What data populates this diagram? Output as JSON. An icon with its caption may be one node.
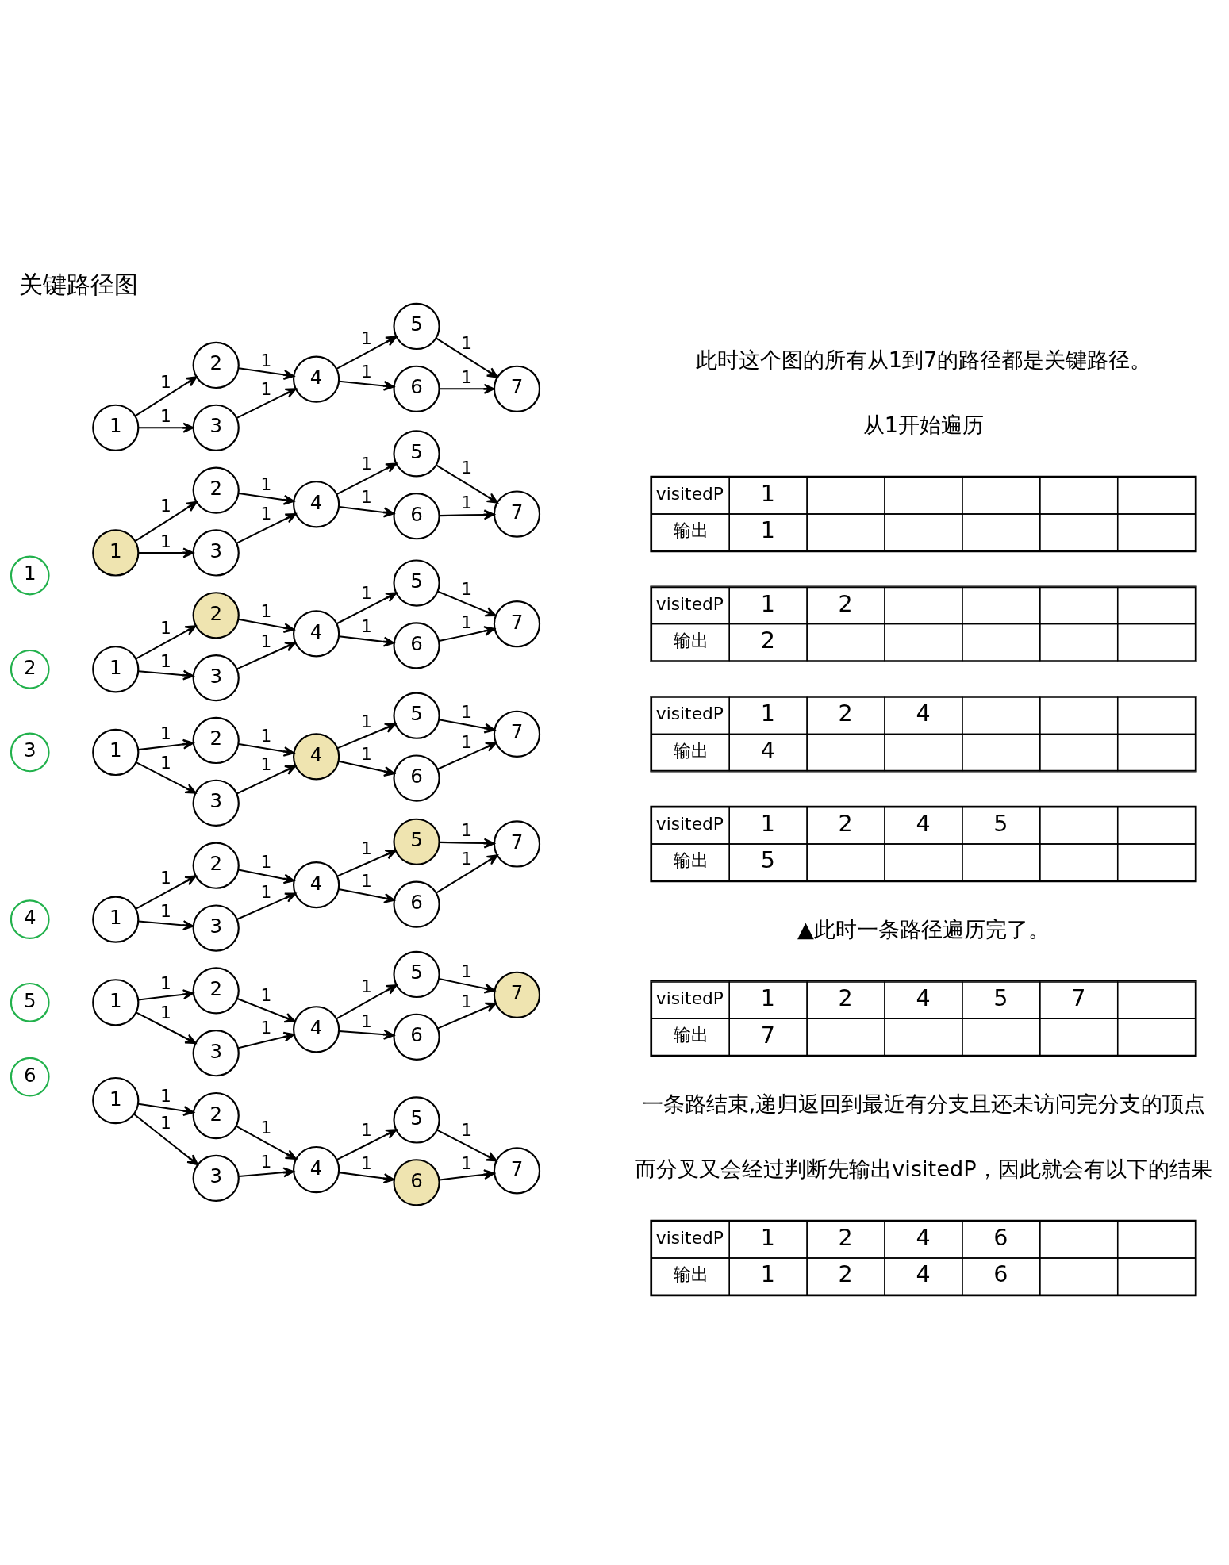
{
  "diagram": {
    "title": "关键路径图",
    "nodes": [
      {
        "text": [
          "1"
        ]
      },
      {
        "text": [
          "2"
        ]
      },
      {
        "text": [
          "3"
        ]
      },
      {
        "text": [
          "4"
        ]
      },
      {
        "text": [
          "5"
        ]
      },
      {
        "text": [
          "6"
        ]
      },
      {
        "text": [
          "7"
        ]
      },
      {
        "text": [
          "1"
        ]
      },
      {
        "text": [
          "1"
        ]
      },
      {
        "text": [
          "2"
        ]
      },
      {
        "text": [
          "3"
        ]
      },
      {
        "text": [
          "4"
        ]
      },
      {
        "text": [
          "5"
        ]
      },
      {
        "text": [
          "6"
        ]
      },
      {
        "text": [
          "7"
        ]
      },
      {
        "text": [
          "2"
        ]
      },
      {
        "text": [
          "1"
        ]
      },
      {
        "text": [
          "2"
        ]
      },
      {
        "text": [
          "3"
        ]
      },
      {
        "text": [
          "4"
        ]
      },
      {
        "text": [
          "5"
        ]
      },
      {
        "text": [
          "6"
        ]
      },
      {
        "text": [
          "7"
        ]
      },
      {
        "text": [
          "3"
        ]
      },
      {
        "text": [
          "1"
        ]
      },
      {
        "text": [
          "2"
        ]
      },
      {
        "text": [
          "3"
        ]
      },
      {
        "text": [
          "4"
        ]
      },
      {
        "text": [
          "5"
        ]
      },
      {
        "text": [
          "6"
        ]
      },
      {
        "text": [
          "7"
        ]
      },
      {
        "text": [
          "4"
        ]
      },
      {
        "text": [
          "1"
        ]
      },
      {
        "text": [
          "2"
        ]
      },
      {
        "text": [
          "3"
        ]
      },
      {
        "text": [
          "4"
        ]
      },
      {
        "text": [
          "5"
        ]
      },
      {
        "text": [
          "6"
        ]
      },
      {
        "text": [
          "7"
        ]
      },
      {
        "text": [
          "5"
        ]
      },
      {
        "text": [
          "1"
        ]
      },
      {
        "text": [
          "2"
        ]
      },
      {
        "text": [
          "3"
        ]
      },
      {
        "text": [
          "4"
        ]
      },
      {
        "text": [
          "5"
        ]
      },
      {
        "text": [
          "6"
        ]
      },
      {
        "text": [
          "7"
        ]
      },
      {
        "text": [
          "6"
        ]
      },
      {
        "text": [
          "1"
        ]
      },
      {
        "text": [
          "2"
        ]
      },
      {
        "text": [
          "3"
        ]
      },
      {
        "text": [
          "4"
        ]
      },
      {
        "text": [
          "5"
        ]
      },
      {
        "text": [
          "6"
        ]
      },
      {
        "text": [
          "7"
        ]
      }
    ],
    "edges": [
      {
        "from": 0,
        "to": 1,
        "arrow": "to",
        "label": "1"
      },
      {
        "from": 0,
        "to": 2,
        "arrow": "to",
        "label": "1"
      },
      {
        "from": 1,
        "to": 3,
        "arrow": "to",
        "label": "1"
      },
      {
        "from": 2,
        "to": 3,
        "arrow": "to",
        "label": "1"
      },
      {
        "from": 3,
        "to": 4,
        "arrow": "to",
        "label": "1"
      },
      {
        "from": 3,
        "to": 5,
        "arrow": "to",
        "label": "1"
      },
      {
        "from": 4,
        "to": 6,
        "arrow": "to",
        "label": "1"
      },
      {
        "from": 5,
        "to": 6,
        "arrow": "to",
        "label": "1"
      },
      {
        "from": 8,
        "to": 9,
        "arrow": "to",
        "label": "1"
      },
      {
        "from": 8,
        "to": 10,
        "arrow": "to",
        "label": "1"
      },
      {
        "from": 9,
        "to": 11,
        "arrow": "to",
        "label": "1"
      },
      {
        "from": 10,
        "to": 11,
        "arrow": "to",
        "label": "1"
      },
      {
        "from": 11,
        "to": 12,
        "arrow": "to",
        "label": "1"
      },
      {
        "from": 11,
        "to": 13,
        "arrow": "to",
        "label": "1"
      },
      {
        "from": 12,
        "to": 14,
        "arrow": "to",
        "label": "1"
      },
      {
        "from": 13,
        "to": 14,
        "arrow": "to",
        "label": "1"
      },
      {
        "from": 16,
        "to": 17,
        "arrow": "to",
        "label": "1"
      },
      {
        "from": 16,
        "to": 18,
        "arrow": "to",
        "label": "1"
      },
      {
        "from": 17,
        "to": 19,
        "arrow": "to",
        "label": "1"
      },
      {
        "from": 18,
        "to": 19,
        "arrow": "to",
        "label": "1"
      },
      {
        "from": 19,
        "to": 20,
        "arrow": "to",
        "label": "1"
      },
      {
        "from": 19,
        "to": 21,
        "arrow": "to",
        "label": "1"
      },
      {
        "from": 20,
        "to": 22,
        "arrow": "to",
        "label": "1"
      },
      {
        "from": 21,
        "to": 22,
        "arrow": "to",
        "label": "1"
      },
      {
        "from": 24,
        "to": 25,
        "arrow": "to",
        "label": "1"
      },
      {
        "from": 24,
        "to": 26,
        "arrow": "to",
        "label": "1"
      },
      {
        "from": 25,
        "to": 27,
        "arrow": "to",
        "label": "1"
      },
      {
        "from": 26,
        "to": 27,
        "arrow": "to",
        "label": "1"
      },
      {
        "from": 27,
        "to": 28,
        "arrow": "to",
        "label": "1"
      },
      {
        "from": 27,
        "to": 29,
        "arrow": "to",
        "label": "1"
      },
      {
        "from": 28,
        "to": 30,
        "arrow": "to",
        "label": "1"
      },
      {
        "from": 29,
        "to": 30,
        "arrow": "to",
        "label": "1"
      },
      {
        "from": 32,
        "to": 33,
        "arrow": "to",
        "label": "1"
      },
      {
        "from": 32,
        "to": 34,
        "arrow": "to",
        "label": "1"
      },
      {
        "from": 33,
        "to": 35,
        "arrow": "to",
        "label": "1"
      },
      {
        "from": 34,
        "to": 35,
        "arrow": "to",
        "label": "1"
      },
      {
        "from": 35,
        "to": 36,
        "arrow": "to",
        "label": "1"
      },
      {
        "from": 35,
        "to": 37,
        "arrow": "to",
        "label": "1"
      },
      {
        "from": 36,
        "to": 38,
        "arrow": "to",
        "label": "1"
      },
      {
        "from": 37,
        "to": 38,
        "arrow": "to",
        "label": "1"
      },
      {
        "from": 40,
        "to": 41,
        "arrow": "to",
        "label": "1"
      },
      {
        "from": 40,
        "to": 42,
        "arrow": "to",
        "label": "1"
      },
      {
        "from": 41,
        "to": 43,
        "arrow": "to",
        "label": "1"
      },
      {
        "from": 42,
        "to": 43,
        "arrow": "to",
        "label": "1"
      },
      {
        "from": 43,
        "to": 44,
        "arrow": "to",
        "label": "1"
      },
      {
        "from": 43,
        "to": 45,
        "arrow": "to",
        "label": "1"
      },
      {
        "from": 44,
        "to": 46,
        "arrow": "to",
        "label": "1"
      },
      {
        "from": 45,
        "to": 46,
        "arrow": "to",
        "label": "1"
      },
      {
        "from": 48,
        "to": 49,
        "arrow": "to",
        "label": "1"
      },
      {
        "from": 48,
        "to": 50,
        "arrow": "to",
        "label": "1"
      },
      {
        "from": 49,
        "to": 51,
        "arrow": "to",
        "label": "1"
      },
      {
        "from": 50,
        "to": 51,
        "arrow": "to",
        "label": "1"
      },
      {
        "from": 51,
        "to": 52,
        "arrow": "to",
        "label": "1"
      },
      {
        "from": 51,
        "to": 53,
        "arrow": "to",
        "label": "1"
      },
      {
        "from": 52,
        "to": 54,
        "arrow": "to",
        "label": "1"
      },
      {
        "from": 53,
        "to": 54,
        "arrow": "to",
        "label": "1"
      }
    ],
    "labels": [
      "此时这个图的所有从1到7的路径都是关键路径。",
      "从1开始遍历",
      "visitedP",
      "1",
      "输出",
      "1",
      "visitedP",
      "1",
      "2",
      "输出",
      "2",
      "visitedP",
      "1",
      "2",
      "4",
      "输出",
      "4",
      "visitedP",
      "1",
      "2",
      "4",
      "5",
      "输出",
      "5",
      "▲此时一条路径遍历完了。",
      "visitedP",
      "1",
      "2",
      "4",
      "5",
      "7",
      "输出",
      "7",
      "一条路结束,递归返回到最近有分支且还未访问完分支的顶点",
      "而分叉又会经过判断先输出visitedP，因此就会有以下的结果",
      "visitedP",
      "1",
      "2",
      "4",
      "6",
      "输出",
      "1",
      "2",
      "4",
      "6"
    ]
  }
}
